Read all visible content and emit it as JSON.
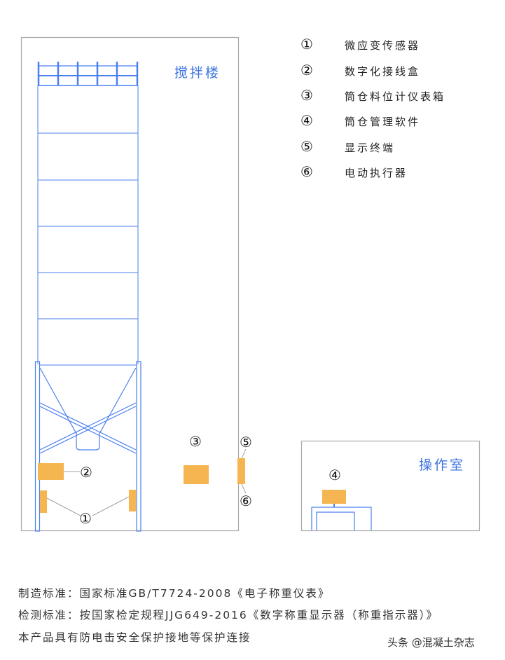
{
  "building_label": "搅拌楼",
  "room_label": "操作室",
  "markers": {
    "m1": "①",
    "m2": "②",
    "m3": "③",
    "m4": "④",
    "m5": "⑤",
    "m6": "⑥"
  },
  "legend": [
    {
      "num": "①",
      "text": "微应变传感器"
    },
    {
      "num": "②",
      "text": "数字化接线盒"
    },
    {
      "num": "③",
      "text": "筒仓料位计仪表箱"
    },
    {
      "num": "④",
      "text": "筒仓管理软件"
    },
    {
      "num": "⑤",
      "text": "显示终端"
    },
    {
      "num": "⑥",
      "text": "电动执行器"
    }
  ],
  "footer": {
    "line1": "制造标准：国家标准GB/T7724-2008《电子称重仪表》",
    "line2": "检测标准：按国家检定规程JJG649-2016《数字称重显示器（称重指示器）》",
    "line3": "本产品具有防电击安全保护接地等保护连接"
  },
  "watermark": "头条 @混凝土杂志",
  "colors": {
    "structure": "#4a7ff0",
    "device": "#f5b550",
    "border": "#aaaaaa"
  }
}
